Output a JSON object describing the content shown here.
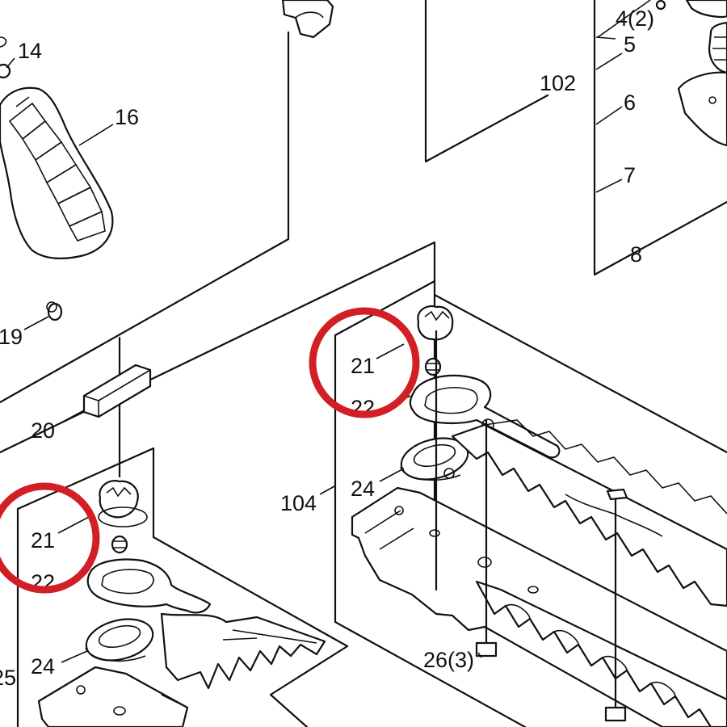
{
  "diagram": {
    "highlight_color": "#d21f26",
    "labels": {
      "l14": "14",
      "l16": "16",
      "l19": "19",
      "l20": "20",
      "l21a": "21",
      "l21b": "21",
      "l24a": "24",
      "l24b": "24",
      "l104": "104",
      "l26": "26(3)",
      "l4": "4(2)",
      "l5": "5",
      "l102": "102",
      "l6": "6",
      "l7": "7",
      "l8": "8",
      "l22a": "22",
      "l22b": "22",
      "l25": "25"
    },
    "highlighted": [
      "21",
      "21"
    ]
  }
}
